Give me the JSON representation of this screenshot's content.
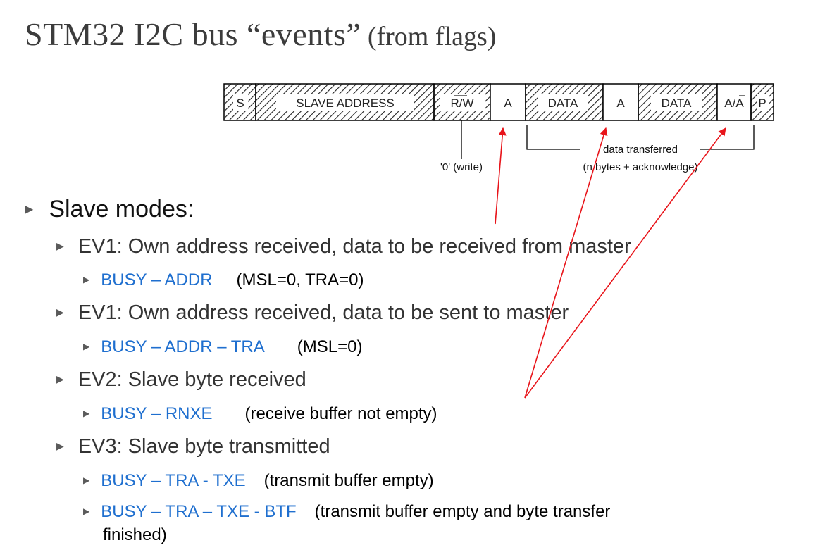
{
  "title": {
    "main": "STM32  I2C bus “events”",
    "sub": " (from flags)"
  },
  "frame": {
    "fields": [
      "S",
      "SLAVE ADDRESS",
      "R/W",
      "A",
      "DATA",
      "A",
      "DATA",
      "A/A",
      "P"
    ],
    "note_write": "'0' (write)",
    "note_data_1": "data transferred",
    "note_data_2": "(n bytes + acknowledge)"
  },
  "bullets": {
    "slave_modes": "Slave modes:",
    "ev1a": "EV1: Own address received, data to be received from master",
    "ev1a_flags": "BUSY – ADDR",
    "ev1a_note": "(MSL=0, TRA=0)",
    "ev1b": "EV1:  Own address received, data to be sent to master",
    "ev1b_flags": "BUSY – ADDR – TRA",
    "ev1b_note": "(MSL=0)",
    "ev2": "EV2:  Slave byte received",
    "ev2_flags": "BUSY – RNXE",
    "ev2_note": "(receive buffer not empty)",
    "ev3": "EV3:  Slave byte transmitted",
    "ev3_flags_a": "BUSY – TRA - TXE",
    "ev3_note_a": "(transmit buffer empty)",
    "ev3_flags_b": "BUSY – TRA – TXE - BTF",
    "ev3_note_b": "(transmit buffer empty and byte transfer",
    "ev3_note_b2": "finished)"
  },
  "colors": {
    "title": "#3c3c3c",
    "flags_blue": "#1f6fcf",
    "arrow_red": "#e8141a",
    "rule": "#9aa9bf"
  }
}
